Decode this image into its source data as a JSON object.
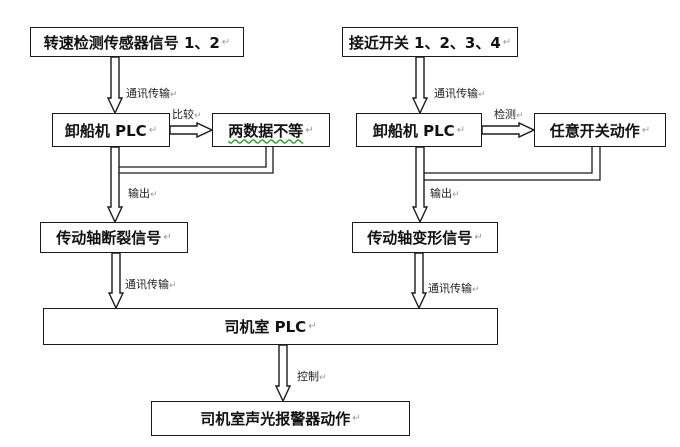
{
  "colors": {
    "line": "#1a1a1a",
    "arrow_fill": "#ffffff",
    "paragraph_mark": "#999999",
    "spell_underline": "#3a9a3a"
  },
  "paragraph_mark": "↵",
  "boxes": {
    "speed_sensor": "转速检测传感器信号 1、2",
    "proximity_switch": "接近开关 1、2、3、4",
    "unloader_plc_left": "卸船机 PLC",
    "unequal": "两数据不等",
    "unloader_plc_right": "卸船机 PLC",
    "switch_action": "任意开关动作",
    "shaft_break": "传动轴断裂信号",
    "shaft_deform": "传动轴变形信号",
    "cab_plc": "司机室 PLC",
    "cab_alarm": "司机室声光报警器动作"
  },
  "labels": {
    "comm_left_top": "通讯传输",
    "comm_right_top": "通讯传输",
    "compare": "比较",
    "detect": "检测",
    "output_left": "输出",
    "output_right": "输出",
    "comm_left_bottom": "通讯传输",
    "comm_right_bottom": "通讯传输",
    "control": "控制"
  }
}
